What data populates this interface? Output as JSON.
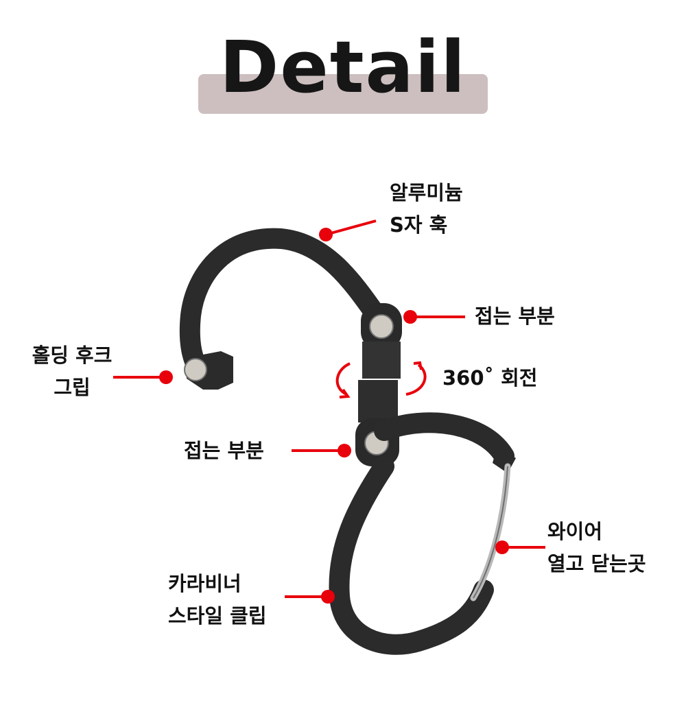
{
  "title": "Detail",
  "colors": {
    "title_band": "#cdbfbf",
    "title_text": "#161616",
    "pointer_red": "#e8000b",
    "hook_body": "#2b2b2b",
    "wire": "#b9b9b9"
  },
  "labels": {
    "s_hook": [
      "알루미늄",
      "S자 훅"
    ],
    "fold_top": [
      "접는 부분"
    ],
    "holding": [
      "홀딩 후크",
      "그립"
    ],
    "rotation": [
      "360˚ 회전"
    ],
    "fold_bottom": [
      "접는 부분"
    ],
    "wire": [
      "와이어",
      "열고 닫는곳"
    ],
    "carabiner": [
      "카라비너",
      "스타일 클립"
    ]
  }
}
